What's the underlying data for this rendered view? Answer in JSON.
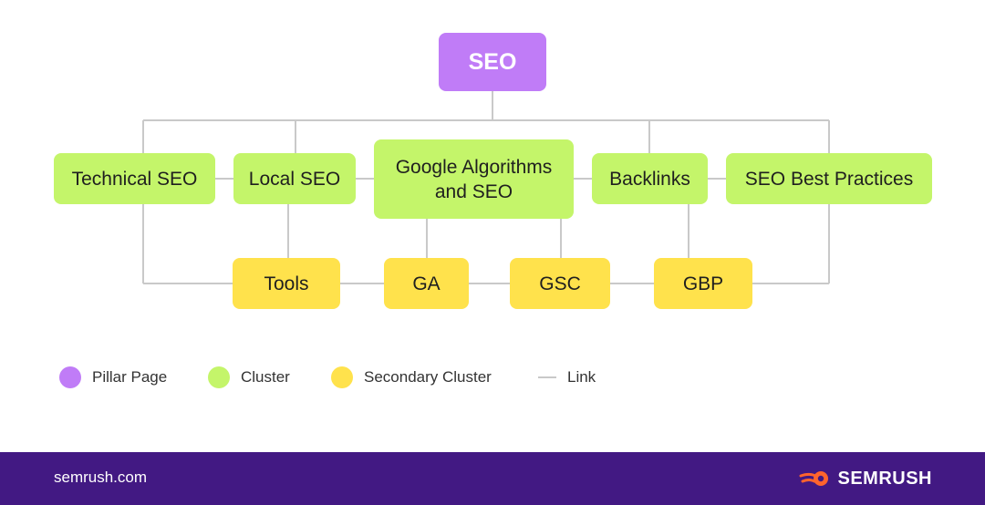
{
  "diagram": {
    "pillar": {
      "label": "SEO",
      "color": "#c07cf7"
    },
    "clusters": [
      {
        "label": "Technical SEO"
      },
      {
        "label": "Local SEO"
      },
      {
        "label": "Google Algorithms and SEO"
      },
      {
        "label": "Backlinks"
      },
      {
        "label": "SEO Best Practices"
      }
    ],
    "secondary_clusters": [
      {
        "label": "Tools"
      },
      {
        "label": "GA"
      },
      {
        "label": "GSC"
      },
      {
        "label": "GBP"
      }
    ],
    "cluster_color": "#c4f56a",
    "secondary_color": "#ffe24c",
    "link_color": "#c9c9c9"
  },
  "legend": [
    {
      "label": "Pillar Page",
      "kind": "dot",
      "color": "#c07cf7"
    },
    {
      "label": "Cluster",
      "kind": "dot",
      "color": "#c4f56a"
    },
    {
      "label": "Secondary Cluster",
      "kind": "dot",
      "color": "#ffe24c"
    },
    {
      "label": "Link",
      "kind": "line",
      "color": "#c9c9c9"
    }
  ],
  "footer": {
    "url": "semrush.com",
    "brand": "SEMRUSH",
    "brand_icon": "semrush-flame-icon",
    "background": "#421983",
    "accent": "#ff642d"
  }
}
